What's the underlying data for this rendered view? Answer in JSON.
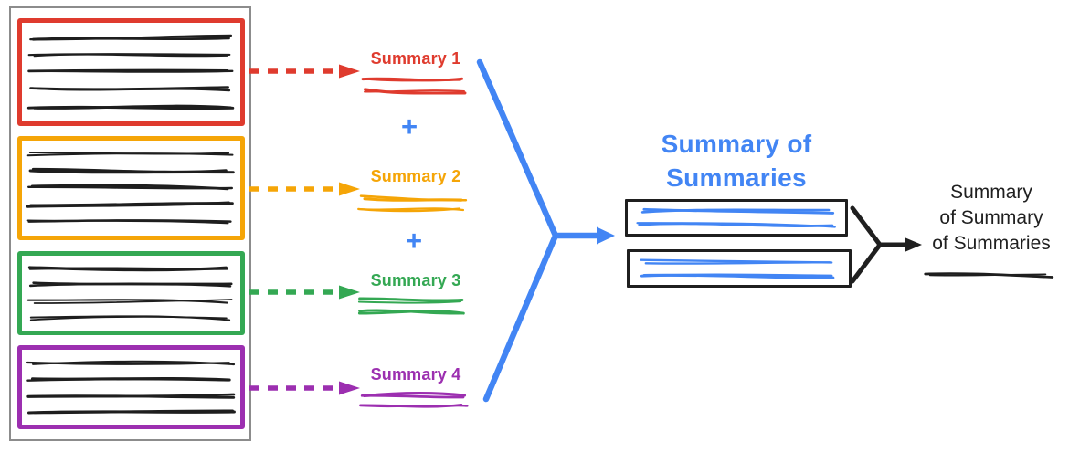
{
  "summaries": [
    {
      "label": "Summary 1",
      "color": "#DF3B2E"
    },
    {
      "label": "Summary 2",
      "color": "#F5A507"
    },
    {
      "label": "Summary 3",
      "color": "#34A853"
    },
    {
      "label": "Summary 4",
      "color": "#9C2FB0"
    }
  ],
  "documents": {
    "chunks": [
      {
        "name": "document-chunk-1",
        "text_lines": 5
      },
      {
        "name": "document-chunk-2",
        "text_lines": 5
      },
      {
        "name": "document-chunk-3",
        "text_lines": 4
      },
      {
        "name": "document-chunk-4",
        "text_lines": 4
      }
    ]
  },
  "operators": {
    "plus": "+"
  },
  "aggregate": {
    "title": "Summary of Summaries",
    "title_lines": [
      "Summary of",
      "Summaries"
    ],
    "box_count": 2,
    "boxes": [
      {
        "text_lines": 2
      },
      {
        "text_lines": 2
      }
    ]
  },
  "final": {
    "title": "Summary of Summary of Summaries",
    "title_lines": [
      "Summary",
      "of Summary",
      "of Summaries"
    ],
    "text_lines": 1
  },
  "colors": {
    "blue": "#4285F4",
    "ink": "#1E1E1E",
    "dark": "#1F1F1F",
    "container_border": "#8C8C8C"
  }
}
